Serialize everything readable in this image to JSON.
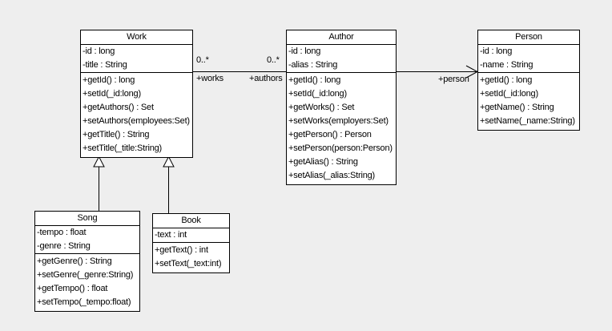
{
  "canvas": {
    "background_color": "#eeeeee",
    "class_fill_color": "#ffffff",
    "line_color": "#000000",
    "text_color": "#000000"
  },
  "icons": {
    "generalization_arrowhead": "hollow-triangle",
    "navigable_arrowhead": "open-arrow"
  },
  "classes": [
    {
      "name": "Work",
      "attributes": [
        "-id : long",
        "-title : String"
      ],
      "operations": [
        "+getId() : long",
        "+setId(_id:long)",
        "+getAuthors() : Set",
        "+setAuthors(employees:Set)",
        "+getTitle() : String",
        "+setTitle(_title:String)"
      ]
    },
    {
      "name": "Author",
      "attributes": [
        "-id : long",
        "-alias : String"
      ],
      "operations": [
        "+getId() : long",
        "+setId(_id:long)",
        "+getWorks() : Set",
        "+setWorks(employers:Set)",
        "+getPerson() : Person",
        "+setPerson(person:Person)",
        "+getAlias() : String",
        "+setAlias(_alias:String)"
      ]
    },
    {
      "name": "Person",
      "attributes": [
        "-id : long",
        "-name : String"
      ],
      "operations": [
        "+getId() : long",
        "+setId(_id:long)",
        "+getName() : String",
        "+setName(_name:String)"
      ]
    },
    {
      "name": "Song",
      "attributes": [
        "-tempo : float",
        "-genre : String"
      ],
      "operations": [
        "+getGenre() : String",
        "+setGenre(_genre:String)",
        "+getTempo() : float",
        "+setTempo(_tempo:float)"
      ]
    },
    {
      "name": "Book",
      "attributes": [
        "-text : int"
      ],
      "operations": [
        "+getText() : int",
        "+setText(_text:int)"
      ]
    }
  ],
  "associations": [
    {
      "from": "Work",
      "to": "Author",
      "left_multiplicity": "0..*",
      "right_multiplicity": "0..*",
      "left_role": "+works",
      "right_role": "+authors"
    },
    {
      "from": "Author",
      "to": "Person",
      "right_role": "+person"
    }
  ],
  "generalizations": [
    {
      "from": "Song",
      "to": "Work"
    },
    {
      "from": "Book",
      "to": "Work"
    }
  ]
}
